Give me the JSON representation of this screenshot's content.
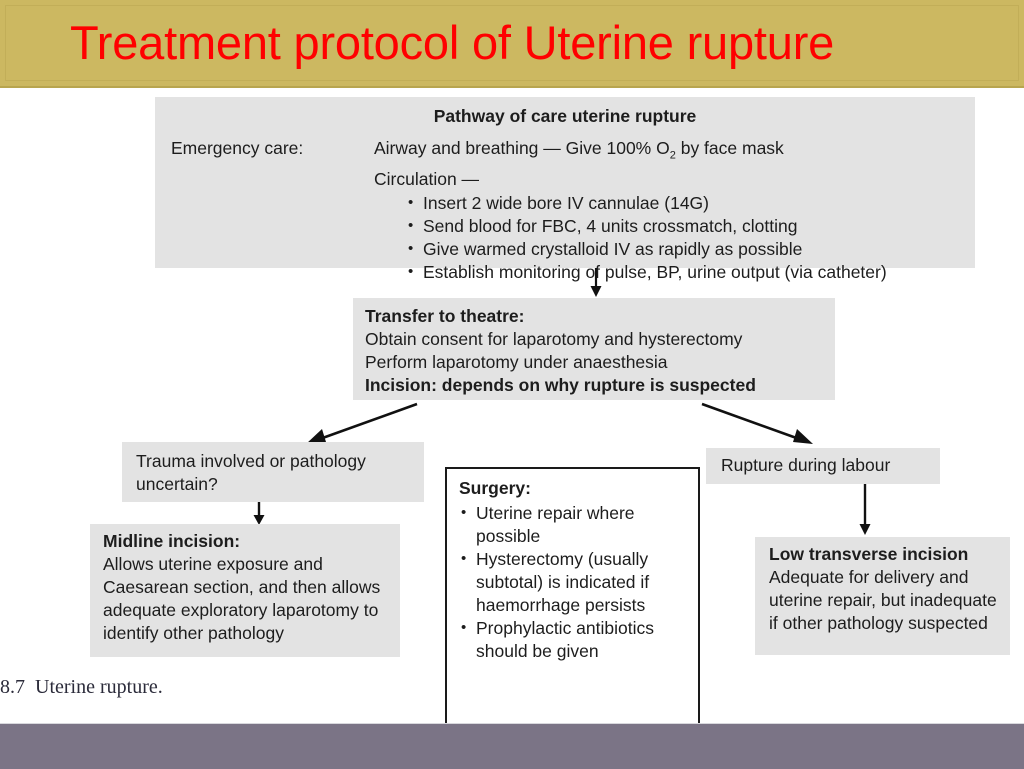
{
  "slide": {
    "title": "Treatment protocol of Uterine rupture",
    "title_color": "#ff0000",
    "header_color": "#ccb861",
    "footer_color": "#7b7486"
  },
  "figure": {
    "caption_number": "8.7",
    "caption_text": "Uterine rupture.",
    "emergency_box": {
      "heading": "Pathway of care uterine rupture",
      "label": "Emergency care:",
      "line1": "Airway and breathing — Give 100% O",
      "line1_sub": "2",
      "line1_tail": " by face mask",
      "line2": "Circulation —",
      "bullets": [
        "Insert 2 wide bore IV cannulae (14G)",
        "Send blood for FBC, 4 units crossmatch, clotting",
        "Give warmed crystalloid IV as rapidly as possible",
        "Establish monitoring of pulse, BP, urine output (via catheter)"
      ]
    },
    "theatre_box": {
      "heading": "Transfer to theatre:",
      "line1": "Obtain consent for laparotomy and hysterectomy",
      "line2": "Perform laparotomy under anaesthesia",
      "line3": "Incision: depends on why rupture is suspected"
    },
    "trauma_box": {
      "line1": "Trauma involved or pathology",
      "line2": "uncertain?"
    },
    "midline_box": {
      "heading": "Midline incision:",
      "body": "Allows uterine exposure and Caesarean section, and then allows adequate exploratory laparotomy to identify other pathology"
    },
    "surgery_box": {
      "heading": "Surgery:",
      "bullets": [
        "Uterine repair where possible",
        "Hysterectomy (usually subtotal) is indicated if haemorrhage persists",
        "Prophylactic antibiotics should be given"
      ]
    },
    "labour_box": {
      "line1": "Rupture during labour"
    },
    "lowtransverse_box": {
      "heading": "Low transverse incision",
      "body": "Adequate for delivery and uterine repair, but inadequate if other pathology suspected"
    }
  }
}
